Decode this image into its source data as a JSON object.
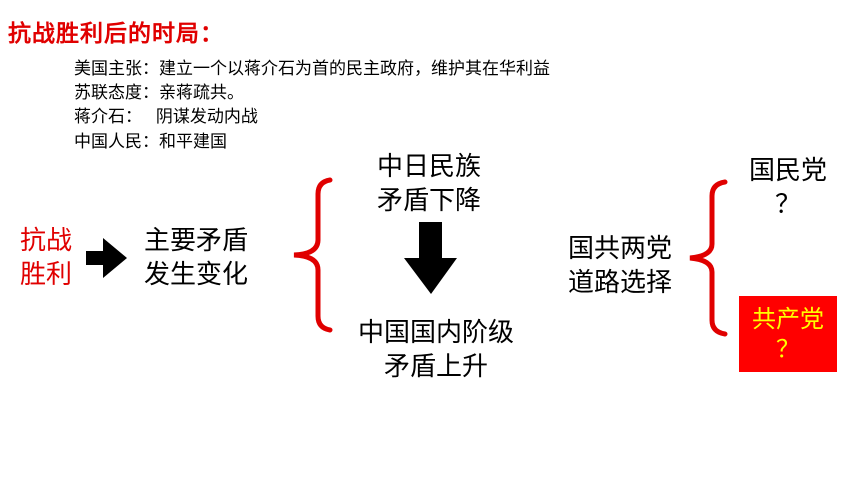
{
  "title": "抗战胜利后的时局：",
  "notes": [
    "美国主张：建立一个以蒋介石为首的民主政府，维护其在华利益",
    "苏联态度：亲蒋疏共。",
    "蒋介石：　 阴谋发动内战",
    "中国人民：和平建国"
  ],
  "victory": {
    "line1": "抗战",
    "line2": "胜利"
  },
  "contradiction": {
    "line1": "主要矛盾",
    "line2": "发生变化"
  },
  "sino_japanese": {
    "line1": "中日民族",
    "line2": "矛盾下降"
  },
  "domestic": {
    "line1": "中国国内阶级",
    "line2": "矛盾上升"
  },
  "path_choice": {
    "line1": "国共两党",
    "line2": "道路选择"
  },
  "kmt": {
    "line1": "国民党",
    "line2": "？"
  },
  "cpc": {
    "line1": "共产党",
    "line2": "？"
  },
  "colors": {
    "accent_red": "#e00000",
    "box_red": "#ff0000",
    "box_text": "#ffff00"
  }
}
